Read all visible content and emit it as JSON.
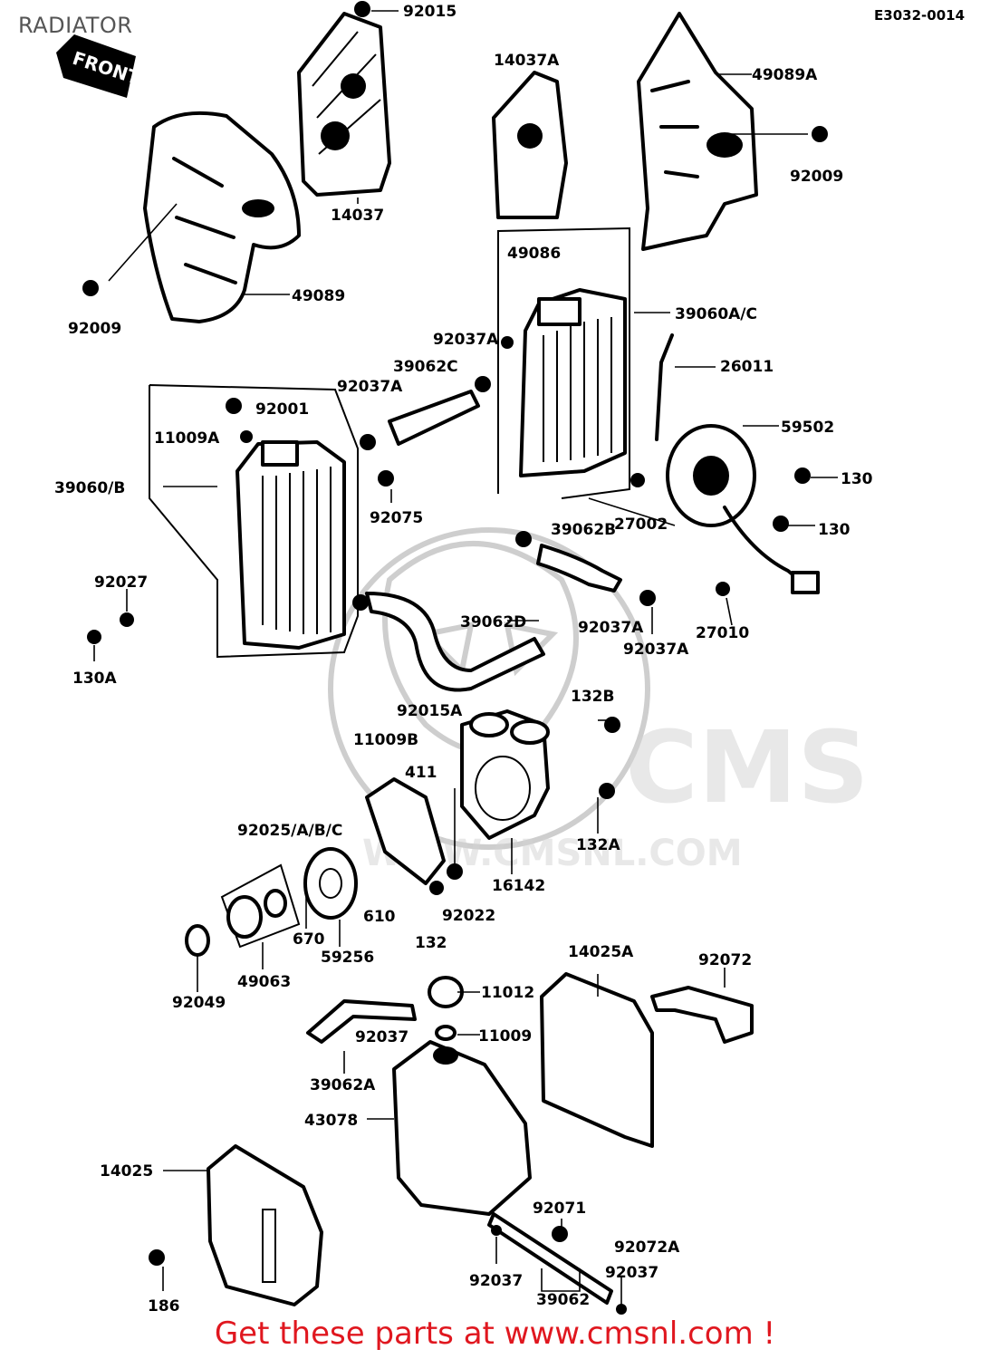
{
  "header": {
    "title": "RADIATOR",
    "code": "E3032-0014"
  },
  "front_tag": "FRONT",
  "watermark": {
    "text": "WWW.CMSNL.COM",
    "logo": "CMS"
  },
  "promo": "Get these parts at www.cmsnl.com !",
  "part_labels": [
    "92015",
    "14037A",
    "49089A",
    "14037",
    "92009",
    "49089",
    "92009",
    "49086",
    "39060A/C",
    "92037A",
    "26011",
    "39062C",
    "92037A",
    "92001",
    "11009A",
    "59502",
    "130",
    "39060/B",
    "92075",
    "27002",
    "39062B",
    "130",
    "92027",
    "39062D",
    "92037A",
    "27010",
    "92037A",
    "130A",
    "132B",
    "92015A",
    "11009B",
    "411",
    "132A",
    "92025/A/B/C",
    "16142",
    "670",
    "610",
    "92022",
    "132",
    "59256",
    "49063",
    "92049",
    "14025A",
    "92072",
    "11012",
    "11009",
    "92037",
    "39062A",
    "43078",
    "14025",
    "92071",
    "92072A",
    "92037",
    "92037",
    "186",
    "39062"
  ]
}
